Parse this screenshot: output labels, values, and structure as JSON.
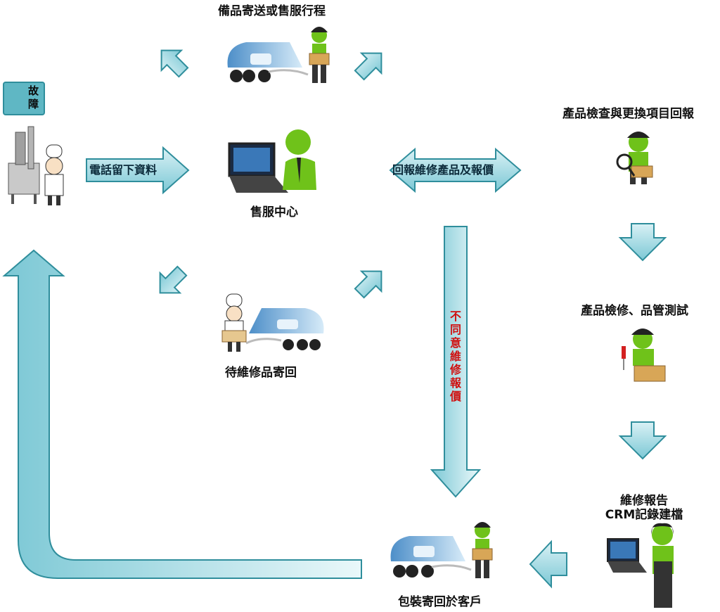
{
  "labels": {
    "top_title": "備品寄送或售服行程",
    "call_arrow": "電話留下資料",
    "service_center": "售服中心",
    "report_arrow": "回報維修產品及報價",
    "waiting": "待維修品寄回",
    "inspect": "產品檢查與更換項目回報",
    "repair_qc": "產品檢修、品管測試",
    "report_line1": "維修報告",
    "report_line2": "CRM記錄建檔",
    "ship_back": "包裝寄回於客戶",
    "fault": "故障",
    "not_agree": [
      "不",
      "同",
      "意",
      "維",
      "修",
      "報",
      "價"
    ]
  },
  "icons": [
    "wrench-icon",
    "van-icon",
    "worker-icon",
    "chef-icon",
    "laptop-icon",
    "magnifier-icon",
    "screwdriver-icon",
    "machine-icon"
  ],
  "colors": {
    "arrow_fill": "#a9dde6",
    "arrow_stroke": "#2f8e9c",
    "green_person": "#6fc21a",
    "highlight_red": "#d01010"
  }
}
